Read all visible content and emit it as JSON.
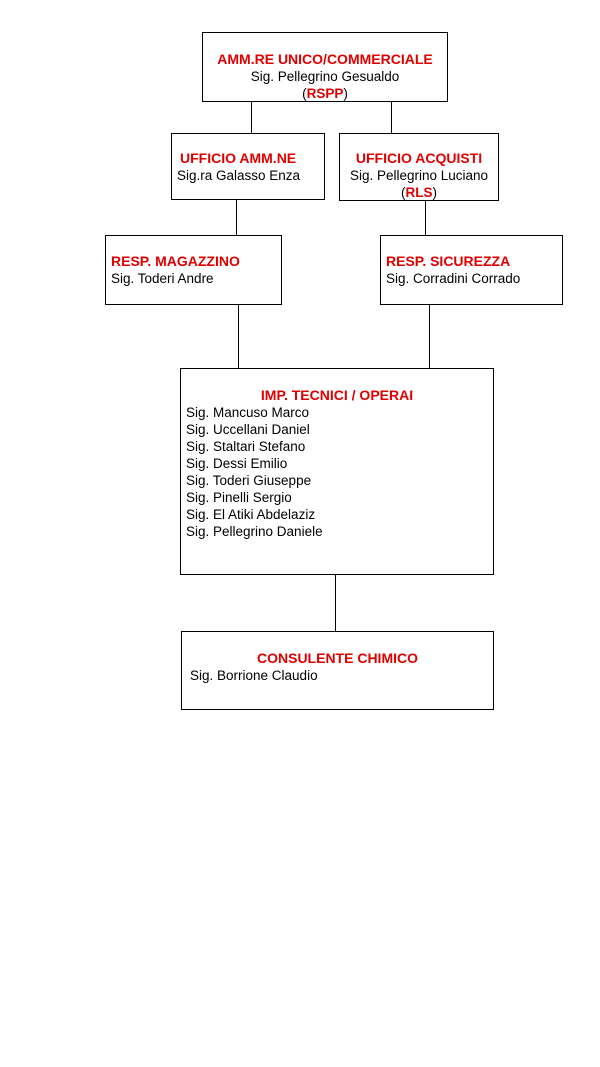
{
  "colors": {
    "title": "#e00000",
    "border": "#000000",
    "text": "#000000"
  },
  "top": {
    "title": "AMM.RE UNICO/COMMERCIALE",
    "name": "Sig. Pellegrino Gesualdo",
    "role_open": "(",
    "role": "RSPP",
    "role_close": ")"
  },
  "ufficio_amm": {
    "title": "UFFICIO AMM.NE",
    "name": "Sig.ra Galasso Enza"
  },
  "ufficio_acquisti": {
    "title": "UFFICIO ACQUISTI",
    "name": "Sig. Pellegrino Luciano",
    "role_open": "(",
    "role": "RLS",
    "role_close": ")"
  },
  "magazzino": {
    "title": "RESP. MAGAZZINO",
    "name": "Sig. Toderi Andre"
  },
  "sicurezza": {
    "title": "RESP. SICUREZZA",
    "name": "Sig. Corradini Corrado"
  },
  "tecnici": {
    "title": "IMP. TECNICI / OPERAI",
    "members": [
      "Sig. Mancuso Marco",
      "Sig. Uccellani Daniel",
      "Sig. Staltari Stefano",
      "Sig. Dessi Emilio",
      "Sig. Toderi Giuseppe",
      "Sig. Pinelli Sergio",
      "Sig. El Atiki Abdelaziz",
      "Sig. Pellegrino Daniele"
    ]
  },
  "consulente": {
    "title": "CONSULENTE CHIMICO",
    "name": "Sig. Borrione Claudio"
  }
}
